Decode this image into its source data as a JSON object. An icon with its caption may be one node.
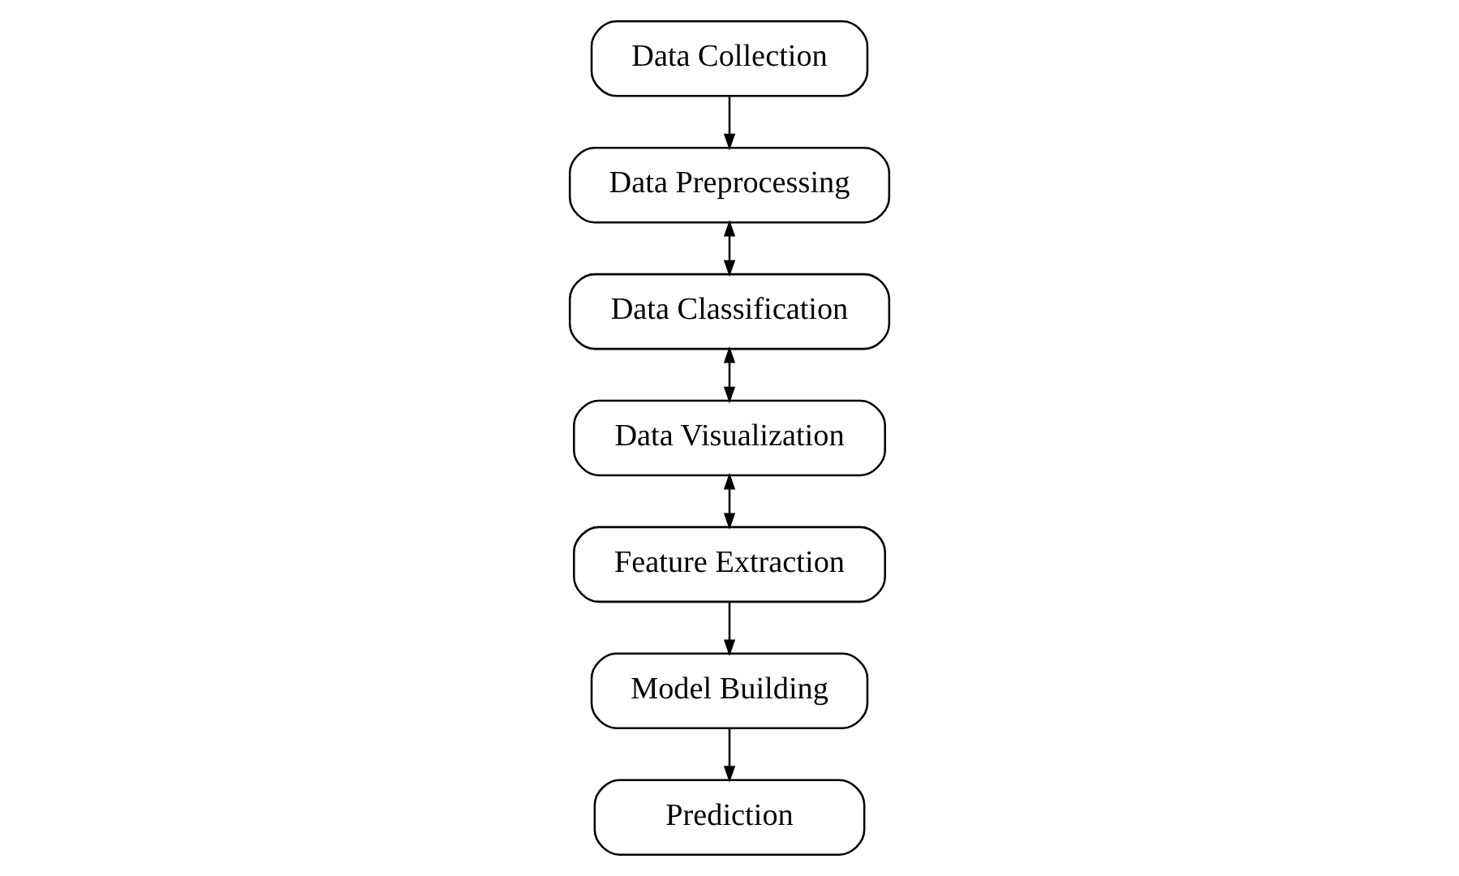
{
  "diagram": {
    "nodes": [
      {
        "text": [
          "Data Collection"
        ]
      },
      {
        "text": [
          "Data Preprocessing"
        ]
      },
      {
        "text": [
          "Data Classification"
        ]
      },
      {
        "text": [
          "Data Visualization"
        ]
      },
      {
        "text": [
          "Feature Extraction"
        ]
      },
      {
        "text": [
          "Model Building"
        ]
      },
      {
        "text": [
          "Prediction"
        ]
      }
    ],
    "edges": [
      {
        "from": 0,
        "to": 1,
        "arrow": "to"
      },
      {
        "from": 1,
        "to": 2,
        "arrow": "both"
      },
      {
        "from": 2,
        "to": 3,
        "arrow": "both"
      },
      {
        "from": 3,
        "to": 4,
        "arrow": "both"
      },
      {
        "from": 4,
        "to": 5,
        "arrow": "to"
      },
      {
        "from": 5,
        "to": 6,
        "arrow": "to"
      }
    ]
  }
}
